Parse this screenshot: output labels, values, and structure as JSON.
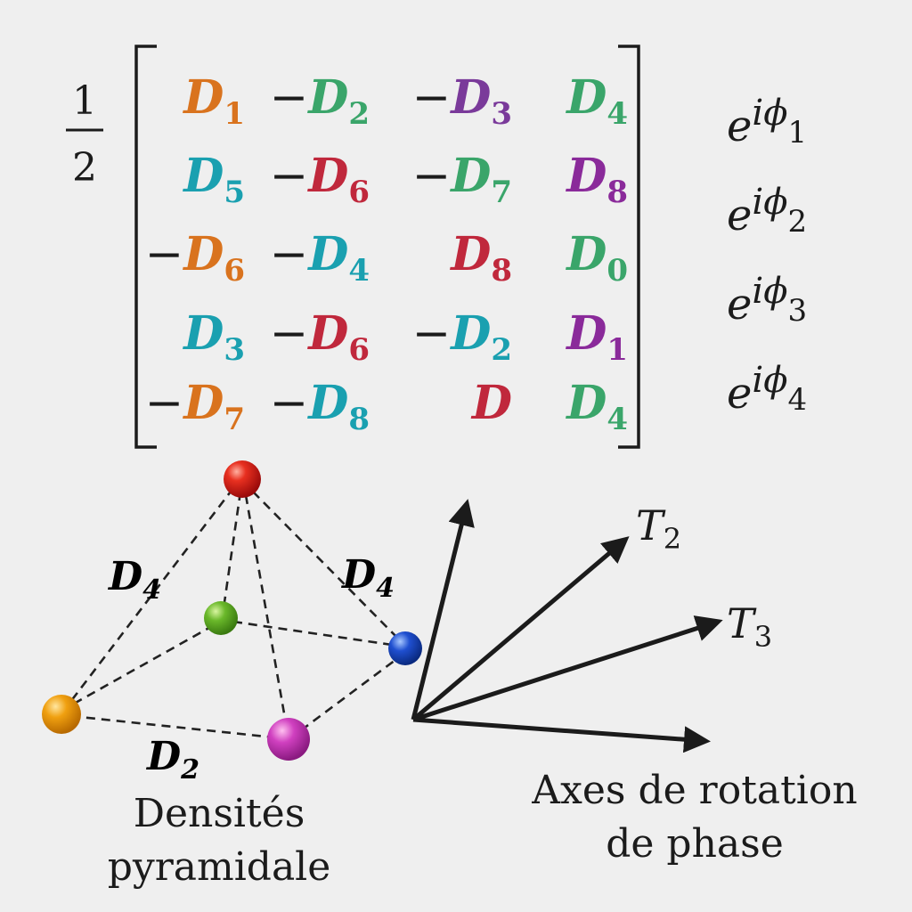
{
  "scalar": {
    "numerator": "1",
    "denominator": "2"
  },
  "matrix": {
    "rows": [
      [
        {
          "sign": "",
          "sym": "D",
          "sub": "1",
          "color": "#d9731e"
        },
        {
          "sign": "−",
          "sym": "D",
          "sub": "2",
          "color": "#3aa56a"
        },
        {
          "sign": "−",
          "sym": "D",
          "sub": "3",
          "color": "#7a3a9a"
        },
        {
          "sign": "",
          "sym": "D",
          "sub": "4",
          "color": "#3aa56a"
        }
      ],
      [
        {
          "sign": "",
          "sym": "D",
          "sub": "5",
          "color": "#1aa0b0"
        },
        {
          "sign": "−",
          "sym": "D",
          "sub": "6",
          "color": "#c0283c"
        },
        {
          "sign": "−",
          "sym": "D",
          "sub": "7",
          "color": "#3aa56a"
        },
        {
          "sign": "",
          "sym": "D",
          "sub": "8",
          "color": "#8a2a9a"
        }
      ],
      [
        {
          "sign": "−",
          "sym": "D",
          "sub": "6",
          "color": "#d9731e"
        },
        {
          "sign": "−",
          "sym": "D",
          "sub": "4",
          "color": "#1aa0b0"
        },
        {
          "sign": "",
          "sym": "D",
          "sub": "8",
          "color": "#c0283c"
        },
        {
          "sign": "",
          "sym": "D",
          "sub": "0",
          "color": "#3aa56a"
        }
      ],
      [
        {
          "sign": "",
          "sym": "D",
          "sub": "3",
          "color": "#1aa0b0"
        },
        {
          "sign": "−",
          "sym": "D",
          "sub": "6",
          "color": "#c0283c"
        },
        {
          "sign": "−",
          "sym": "D",
          "sub": "2",
          "color": "#1aa0b0"
        },
        {
          "sign": "",
          "sym": "D",
          "sub": "1",
          "color": "#8a2a9a"
        }
      ],
      [
        {
          "sign": "−",
          "sym": "D",
          "sub": "7",
          "color": "#d9731e"
        },
        {
          "sign": "−",
          "sym": "D",
          "sub": "8",
          "color": "#1aa0b0"
        },
        {
          "sign": "",
          "sym": "D",
          "sub": "",
          "color": "#c0283c"
        },
        {
          "sign": "",
          "sym": "D",
          "sub": "4",
          "color": "#3aa56a"
        }
      ]
    ]
  },
  "phases": [
    {
      "base": "e",
      "exp": "iϕ",
      "sub": "1"
    },
    {
      "base": "e",
      "exp": "iϕ",
      "sub": "2"
    },
    {
      "base": "e",
      "exp": "iϕ",
      "sub": "3"
    },
    {
      "base": "e",
      "exp": "iϕ",
      "sub": "4"
    }
  ],
  "pyramid": {
    "edge_labels": [
      {
        "sym": "D",
        "sub": "4",
        "color": "#25294f"
      },
      {
        "sym": "D",
        "sub": "4",
        "color": "#2a3a9a"
      },
      {
        "sym": "D",
        "sub": "2",
        "color": "#c0582a"
      }
    ],
    "vertex_colors": {
      "apex": "#e02020",
      "green": "#6ab82a",
      "blue": "#1f4fd0",
      "orange": "#f0a010",
      "magenta": "#d040c0"
    },
    "caption": [
      "Densités",
      "pyramidale"
    ]
  },
  "axes": {
    "labels": [
      {
        "sym": "T",
        "sub": "2"
      },
      {
        "sym": "T",
        "sub": "3"
      }
    ],
    "caption": [
      "Axes de rotation",
      "de phase"
    ]
  }
}
